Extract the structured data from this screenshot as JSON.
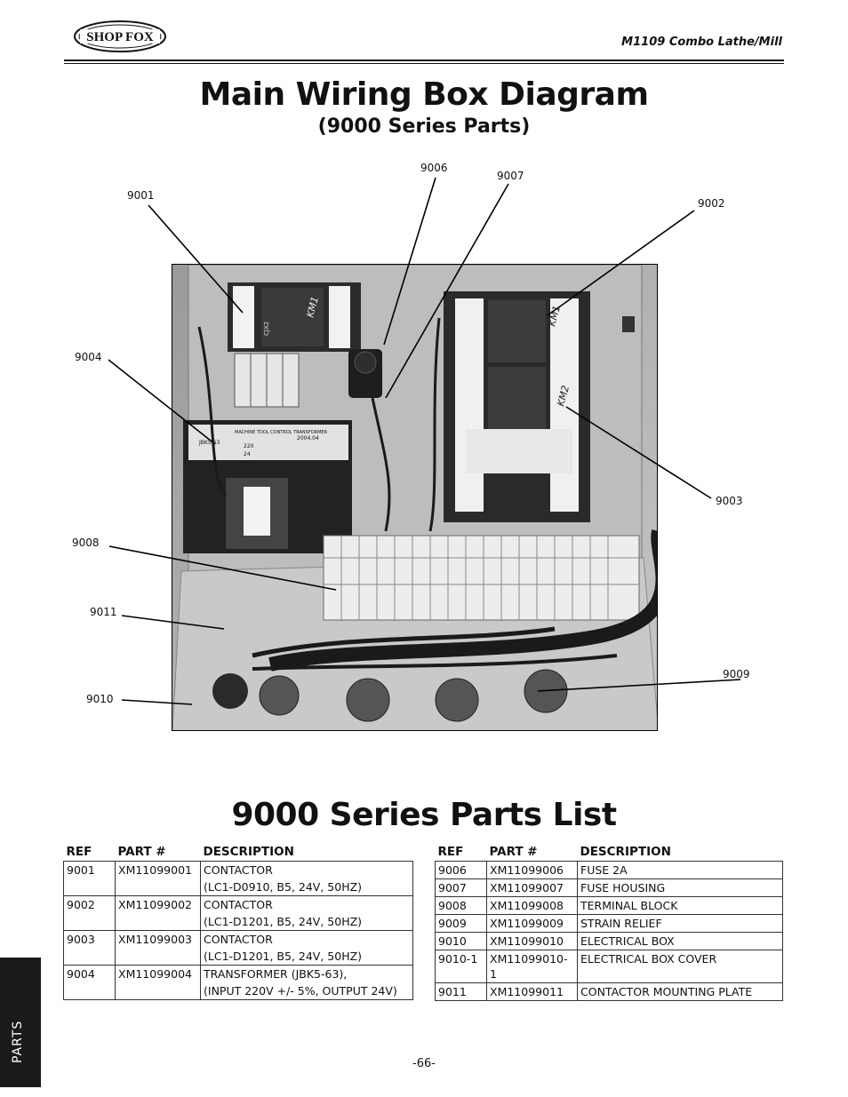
{
  "header": {
    "brand": "SHOP FOX",
    "model": "M1109 Combo Lathe/Mill"
  },
  "title": "Main Wiring Box Diagram",
  "subtitle": "(9000 Series Parts)",
  "callouts": [
    "9001",
    "9006",
    "9007",
    "9002",
    "9004",
    "9003",
    "9008",
    "9011",
    "9009",
    "9010"
  ],
  "photo_labels": {
    "km1": "KM1",
    "km2": "KM2",
    "contactor_model": "CJX2",
    "transformer_title": "MACHINE TOOL CONTROL TRANSFORMER",
    "transformer_model": "JBK5-63",
    "input": "220",
    "output": "24",
    "date": "2004.04"
  },
  "list_title": "9000 Series Parts List",
  "table_headers": {
    "ref": "REF",
    "part": "PART #",
    "desc": "DESCRIPTION"
  },
  "parts_left": [
    {
      "ref": "9001",
      "part": "XM11099001",
      "desc": [
        "CONTACTOR",
        "(LC1-D0910, B5, 24V, 50HZ)"
      ]
    },
    {
      "ref": "9002",
      "part": "XM11099002",
      "desc": [
        "CONTACTOR",
        "(LC1-D1201, B5, 24V, 50HZ)"
      ]
    },
    {
      "ref": "9003",
      "part": "XM11099003",
      "desc": [
        "CONTACTOR",
        "(LC1-D1201, B5, 24V, 50HZ)"
      ]
    },
    {
      "ref": "9004",
      "part": "XM11099004",
      "desc": [
        "TRANSFORMER  (JBK5-63),",
        "(INPUT 220V +/- 5%, OUTPUT 24V)"
      ]
    }
  ],
  "parts_right": [
    {
      "ref": "9006",
      "part": "XM11099006",
      "desc": "FUSE 2A"
    },
    {
      "ref": "9007",
      "part": "XM11099007",
      "desc": "FUSE HOUSING"
    },
    {
      "ref": "9008",
      "part": "XM11099008",
      "desc": "TERMINAL BLOCK"
    },
    {
      "ref": "9009",
      "part": "XM11099009",
      "desc": "STRAIN RELIEF"
    },
    {
      "ref": "9010",
      "part": "XM11099010",
      "desc": "ELECTRICAL BOX"
    },
    {
      "ref": "9010-1",
      "part": "XM11099010-1",
      "desc": "ELECTRICAL BOX COVER"
    },
    {
      "ref": "9011",
      "part": "XM11099011",
      "desc": "CONTACTOR MOUNTING PLATE"
    }
  ],
  "side_tab": "PARTS",
  "page_number": "-66-"
}
